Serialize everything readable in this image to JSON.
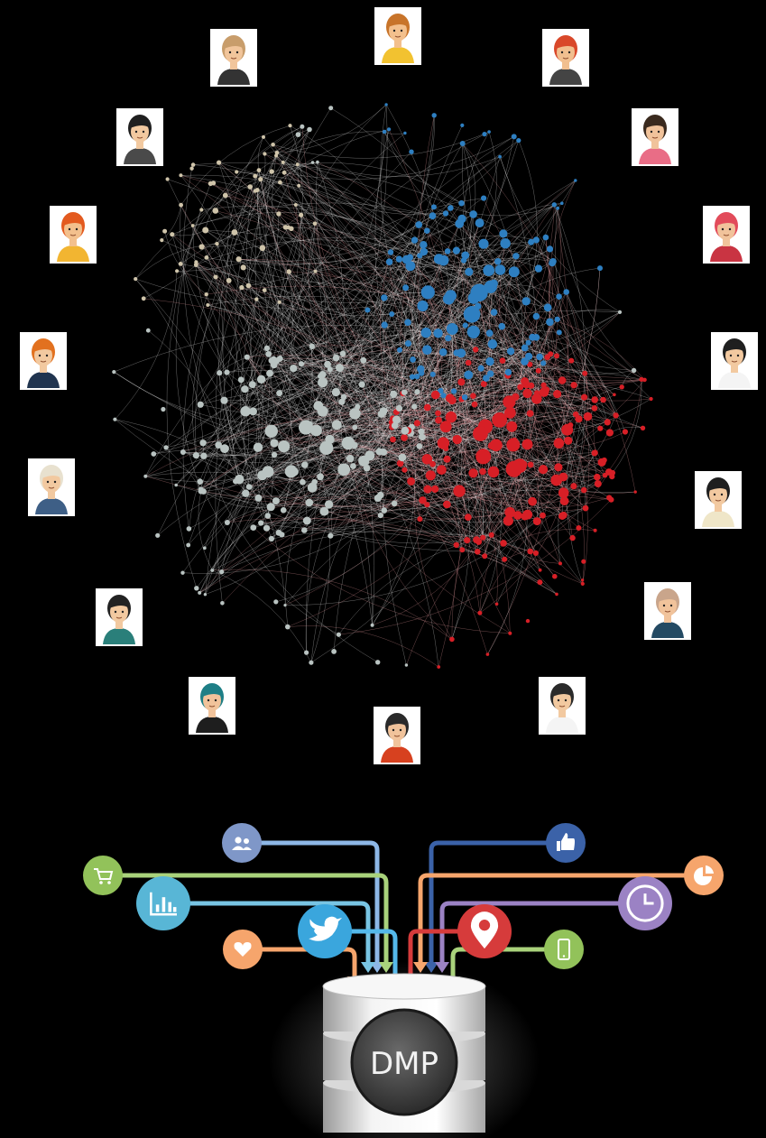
{
  "dmp": {
    "label": "DMP"
  },
  "colors": {
    "background": "#000000",
    "cluster_blue": "#2e7fc1",
    "cluster_red": "#d71f26",
    "cluster_grey": "#b9c3c1",
    "cluster_beige": "#cfc4aa",
    "edge_white": "#e8e8e8"
  },
  "avatars": [
    {
      "name": "avatar-top-yellow-shirt",
      "hair": "#c8742a",
      "shirt": "#f2c230",
      "skin": "#f3c08d"
    },
    {
      "name": "avatar-top-left-bowtie",
      "hair": "#c89d6b",
      "shirt": "#333333",
      "skin": "#f1c59b"
    },
    {
      "name": "avatar-top-right-red-hair",
      "hair": "#d9482a",
      "shirt": "#444444",
      "skin": "#f1bf8f"
    },
    {
      "name": "avatar-left-long-black-hair",
      "hair": "#1f1f1f",
      "shirt": "#4a4a4a",
      "skin": "#f2c9a0"
    },
    {
      "name": "avatar-right-pink-top",
      "hair": "#3a2a1e",
      "shirt": "#e96d86",
      "skin": "#f1c39b"
    },
    {
      "name": "avatar-left-orange-hair",
      "hair": "#e35a1f",
      "shirt": "#f2b531",
      "skin": "#f3c08d"
    },
    {
      "name": "avatar-right-red-hood",
      "hair": "#e24b5a",
      "shirt": "#c93442",
      "skin": "#f1c39b"
    },
    {
      "name": "avatar-left-mohawk",
      "hair": "#e2711f",
      "shirt": "#20344f",
      "skin": "#f2c9a0"
    },
    {
      "name": "avatar-right-tie",
      "hair": "#1f1f1f",
      "shirt": "#f4f4f4",
      "skin": "#f2c9a0"
    },
    {
      "name": "avatar-left-glasses",
      "hair": "#e8e1cf",
      "shirt": "#3e5f86",
      "skin": "#f2c9a0"
    },
    {
      "name": "avatar-right-collar",
      "hair": "#1f1f1f",
      "shirt": "#efe6c8",
      "skin": "#f2c9a0"
    },
    {
      "name": "avatar-left-bob-hair",
      "hair": "#222222",
      "shirt": "#2a7f7a",
      "skin": "#f2c9a0"
    },
    {
      "name": "avatar-right-mustache",
      "hair": "#c9a58b",
      "shirt": "#244a63",
      "skin": "#f1c39b"
    },
    {
      "name": "avatar-bottom-left-teal-hood",
      "hair": "#1e7f86",
      "shirt": "#1e1e1e",
      "skin": "#f1c39b"
    },
    {
      "name": "avatar-bottom-right-tie",
      "hair": "#2a2a2a",
      "shirt": "#f4f4f4",
      "skin": "#f2c9a0"
    },
    {
      "name": "avatar-bottom-beard",
      "hair": "#2a2a2a",
      "shirt": "#d7411f",
      "skin": "#f1c39b"
    }
  ],
  "connectors": [
    {
      "name": "users-icon",
      "color": "#7f97c8",
      "line": "#8db7e6"
    },
    {
      "name": "cart-icon",
      "color": "#92c25a",
      "line": "#a9d27b"
    },
    {
      "name": "bar-chart-icon",
      "color": "#58b6d6",
      "line": "#78c4e3"
    },
    {
      "name": "twitter-icon",
      "color": "#3aa6dd",
      "line": "#54b8ea"
    },
    {
      "name": "heart-icon",
      "color": "#f6a56c",
      "line": "#f6a56c"
    },
    {
      "name": "like-icon",
      "color": "#3b62a8",
      "line": "#3b62a8"
    },
    {
      "name": "pie-chart-icon",
      "color": "#f6a56c",
      "line": "#f6a56c"
    },
    {
      "name": "clock-icon",
      "color": "#9b82c4",
      "line": "#9b82c4"
    },
    {
      "name": "location-pin-icon",
      "color": "#d63b3b",
      "line": "#d63b3b"
    },
    {
      "name": "mobile-icon",
      "color": "#92c25a",
      "line": "#a9d27b"
    }
  ]
}
